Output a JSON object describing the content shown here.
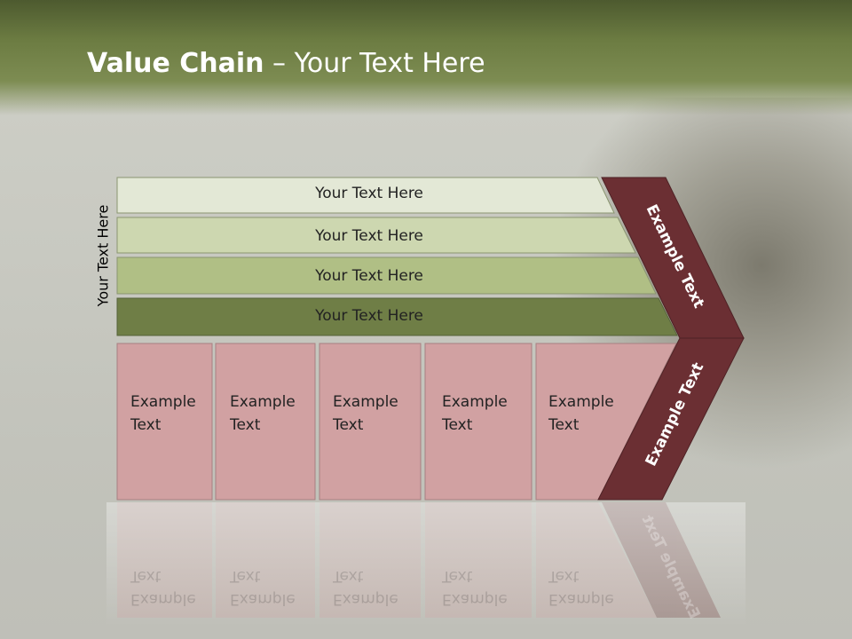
{
  "title": {
    "bold": "Value Chain",
    "rest": " – Your Text Here"
  },
  "side_label": "Your Text Here",
  "bars": [
    {
      "label": "Your Text Here",
      "color": "#e3e8d6"
    },
    {
      "label": "Your Text Here",
      "color": "#cdd7b0"
    },
    {
      "label": "Your Text Here",
      "color": "#b0bf85"
    },
    {
      "label": "Your Text Here",
      "color": "#6f7e46"
    }
  ],
  "boxes": [
    {
      "line1": "Example",
      "line2": "Text"
    },
    {
      "line1": "Example",
      "line2": "Text"
    },
    {
      "line1": "Example",
      "line2": "Text"
    },
    {
      "line1": "Example",
      "line2": "Text"
    },
    {
      "line1": "Example",
      "line2": "Text"
    }
  ],
  "chevron": {
    "upper_label": "Example Text",
    "lower_label": "Example Text",
    "color": "#6b2f33"
  },
  "colors": {
    "box_fill": "#d1a1a2",
    "header": "#6c7c42"
  }
}
